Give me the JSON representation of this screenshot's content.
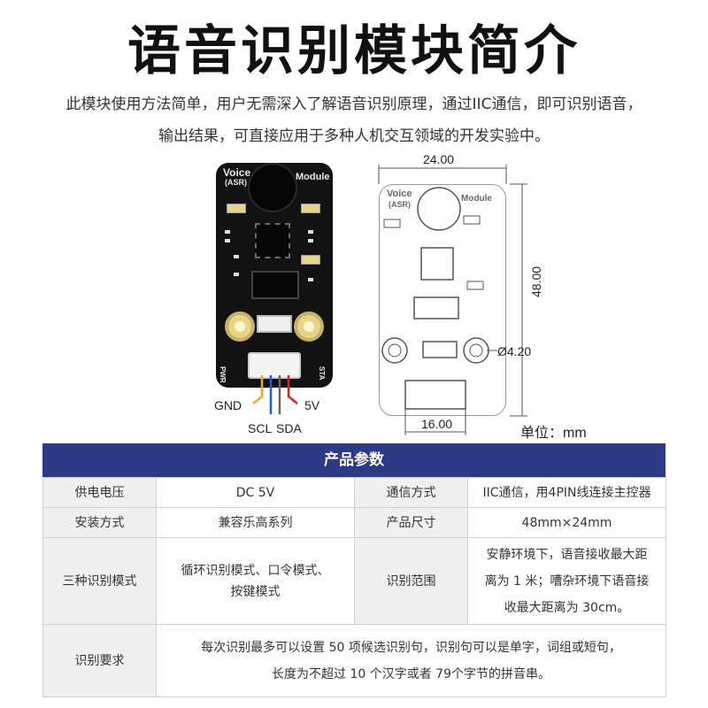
{
  "title": "语音识别模块简介",
  "intro": {
    "line1": "此模块使用方法简单，用户无需深入了解语音识别原理，通过IIC通信，即可识别语音，",
    "line2": "输出结果，可直接应用于多种人机交互领域的开发实验中。"
  },
  "board": {
    "label_voice": "Voice",
    "label_asr": "(ASR)",
    "label_module": "Module",
    "pin_pwr": "PWR",
    "pin_sta": "STA"
  },
  "wires": {
    "gnd": "GND",
    "scl": "SCL",
    "sda": "SDA",
    "v5": "5V",
    "colors": {
      "gnd": "#f5a623",
      "scl": "#1f5fd6",
      "sda": "#666666",
      "v5": "#e02020"
    }
  },
  "drawing": {
    "label_voice": "Voice",
    "label_asr": "(ASR)",
    "label_module": "Module",
    "width_label": "24.00",
    "height_label": "48.00",
    "hole_label": "Ø4.20",
    "connector_label": "16.00",
    "unit_label": "单位：mm"
  },
  "table": {
    "header": "产品参数",
    "header_color": "#2d3a86",
    "rows": [
      {
        "k1": "供电电压",
        "v1": "DC 5V",
        "k2": "通信方式",
        "v2": "IIC通信，用4PIN线连接主控器"
      },
      {
        "k1": "安装方式",
        "v1": "兼容乐高系列",
        "k2": "产品尺寸",
        "v2": "48mm×24mm"
      },
      {
        "k1": "三种识别模式",
        "v1a": "循环识别模式、口令模式、",
        "v1b": "按键模式",
        "k2": "识别范围",
        "v2a": "安静环境下，语音接收最大距",
        "v2b": "离为 1 米；嘈杂环境下语音接",
        "v2c": "收最大距离为 30cm。"
      },
      {
        "k1": "识别要求",
        "va": "每次识别最多可以设置 50 项候选识别句，识别句可以是单字，词组或短句，",
        "vb": "长度为不超过 10 个汉字或者 79个字节的拼音串。"
      }
    ]
  }
}
